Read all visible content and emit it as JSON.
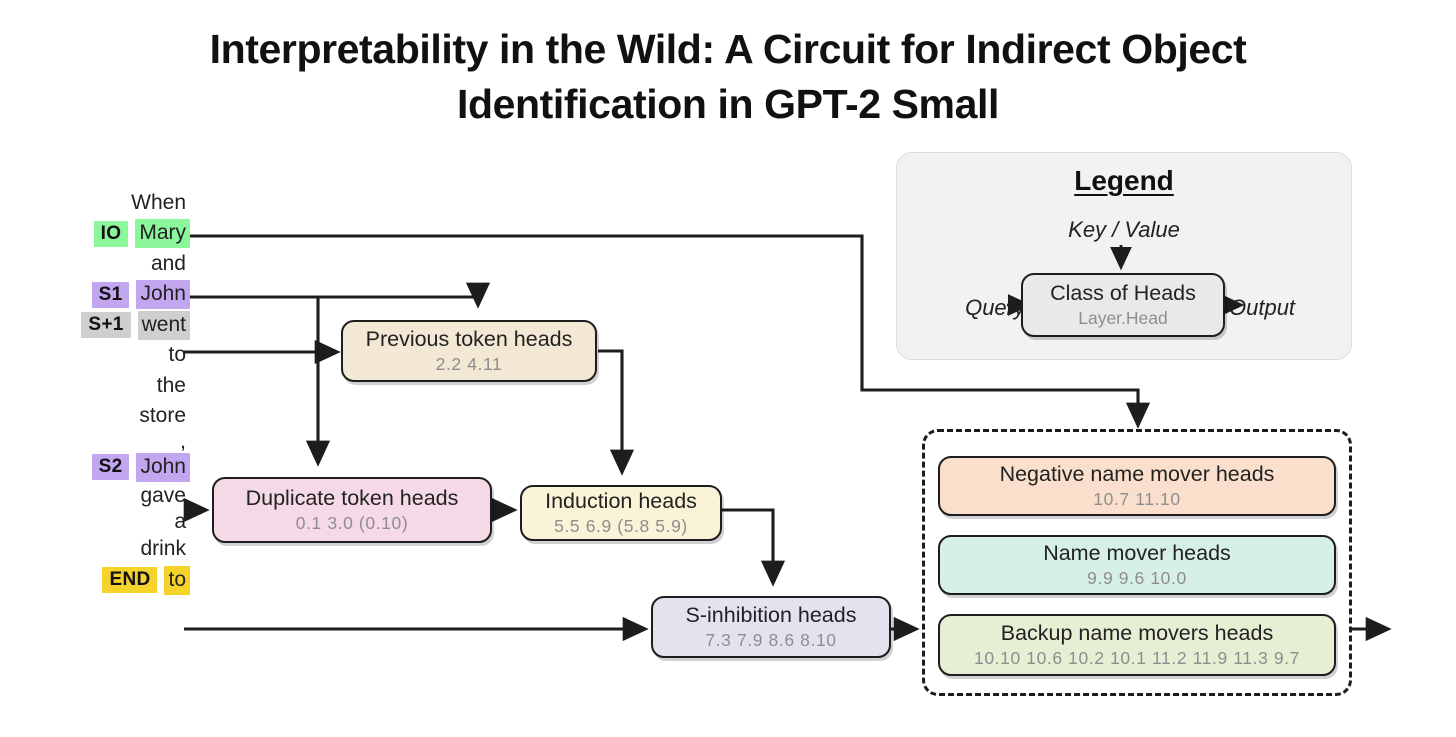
{
  "title": "Interpretability in the Wild: A Circuit for Indirect Object Identification in GPT-2 Small",
  "title_line1": "Interpretability in the Wild: A Circuit for Indirect Object",
  "title_line2": "Identification in GPT-2 Small",
  "colors": {
    "io": "#8cf79a",
    "s": "#c3a6f0",
    "splus1": "#cfcfcf",
    "end": "#f5d32a",
    "previous_token": "#f2e8d3",
    "duplicate_token": "#f6d9e6",
    "induction": "#faf3d8",
    "s_inhibition": "#e3e3ef",
    "negative_name_mover": "#fae0cc",
    "name_mover": "#d7f0e5",
    "backup_name_mover": "#e6eed4",
    "legend_panel": "#f2f2f2",
    "legend_node": "#e9e9e9",
    "stroke": "#1d1d1d",
    "heads_text": "#8e8e8e"
  },
  "prompt": {
    "tokens": [
      {
        "tag": "",
        "word": "When",
        "tag_color": "",
        "word_color": ""
      },
      {
        "tag": "IO",
        "word": "Mary",
        "tag_color": "#8cf79a",
        "word_color": "#8cf79a"
      },
      {
        "tag": "",
        "word": "and",
        "tag_color": "",
        "word_color": ""
      },
      {
        "tag": "S1",
        "word": "John",
        "tag_color": "#c3a6f0",
        "word_color": "#c3a6f0"
      },
      {
        "tag": "S+1",
        "word": "went",
        "tag_color": "#cfcfcf",
        "word_color": "#cfcfcf"
      },
      {
        "tag": "",
        "word": "to",
        "tag_color": "",
        "word_color": ""
      },
      {
        "tag": "",
        "word": "the",
        "tag_color": "",
        "word_color": ""
      },
      {
        "tag": "",
        "word": "store",
        "tag_color": "",
        "word_color": ""
      },
      {
        "tag": "",
        "word": ",",
        "tag_color": "",
        "word_color": ""
      },
      {
        "tag": "S2",
        "word": "John",
        "tag_color": "#c3a6f0",
        "word_color": "#c3a6f0"
      },
      {
        "tag": "",
        "word": "gave",
        "tag_color": "",
        "word_color": ""
      },
      {
        "tag": "",
        "word": "a",
        "tag_color": "",
        "word_color": ""
      },
      {
        "tag": "",
        "word": "drink",
        "tag_color": "",
        "word_color": ""
      },
      {
        "tag": "END",
        "word": "to",
        "tag_color": "#f5d32a",
        "word_color": "#f5d32a"
      }
    ]
  },
  "nodes": {
    "previous_token": {
      "label": "Previous token heads",
      "heads": "2.2  4.11"
    },
    "duplicate_token": {
      "label": "Duplicate token heads",
      "heads": "0.1   3.0   (0.10)"
    },
    "induction": {
      "label": "Induction heads",
      "heads": "5.5   6.9  (5.8  5.9)"
    },
    "s_inhibition": {
      "label": "S-inhibition heads",
      "heads": "7.3  7.9  8.6   8.10"
    },
    "negative_name_mover": {
      "label": "Negative name mover heads",
      "heads": "10.7  11.10"
    },
    "name_mover": {
      "label": "Name mover heads",
      "heads": "9.9   9.6   10.0"
    },
    "backup_name_mover": {
      "label": "Backup name movers heads",
      "heads": "10.10  10.6  10.2  10.1  11.2  11.9  11.3  9.7"
    }
  },
  "legend": {
    "title": "Legend",
    "key_value": "Key / Value",
    "query": "Query",
    "output": "Output",
    "node_label": "Class of Heads",
    "node_sub": "Layer.Head"
  }
}
